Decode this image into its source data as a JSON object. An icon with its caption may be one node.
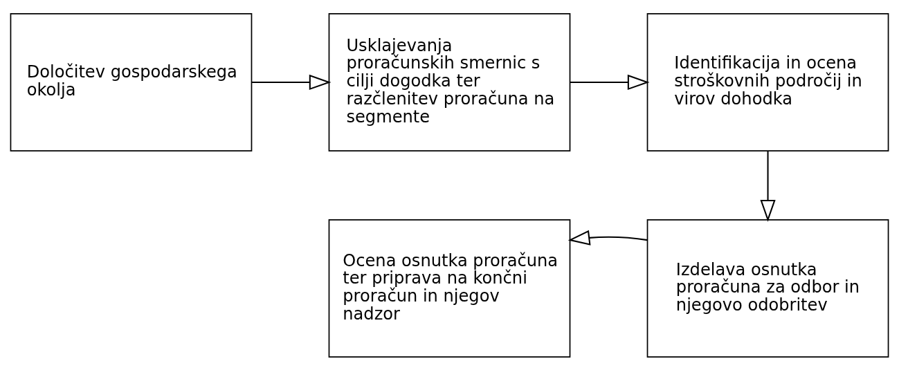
{
  "diagram": {
    "nodes": [
      {
        "text": [
          "Določitev gospodarskega okolja"
        ]
      },
      {
        "text": [
          "Usklajevanja proračunskih smernic s cilji dogodka ter razčlenitev proračuna na segmente"
        ]
      },
      {
        "text": [
          "Identifikacija in ocena stroškovnih področij in virov dohodka"
        ]
      },
      {
        "text": [
          "Izdelava osnutka proračuna za odbor in njegovo odobritev"
        ]
      },
      {
        "text": [
          "Ocena osnutka proračuna ter priprava na končni proračun in njegov nadzor"
        ]
      }
    ],
    "edges": [
      {
        "from": 0,
        "to": 1,
        "arrow": "to"
      },
      {
        "from": 1,
        "to": 2,
        "arrow": "to"
      },
      {
        "from": 2,
        "to": 3,
        "arrow": "to"
      },
      {
        "from": 3,
        "to": 4,
        "arrow": "to"
      }
    ]
  }
}
